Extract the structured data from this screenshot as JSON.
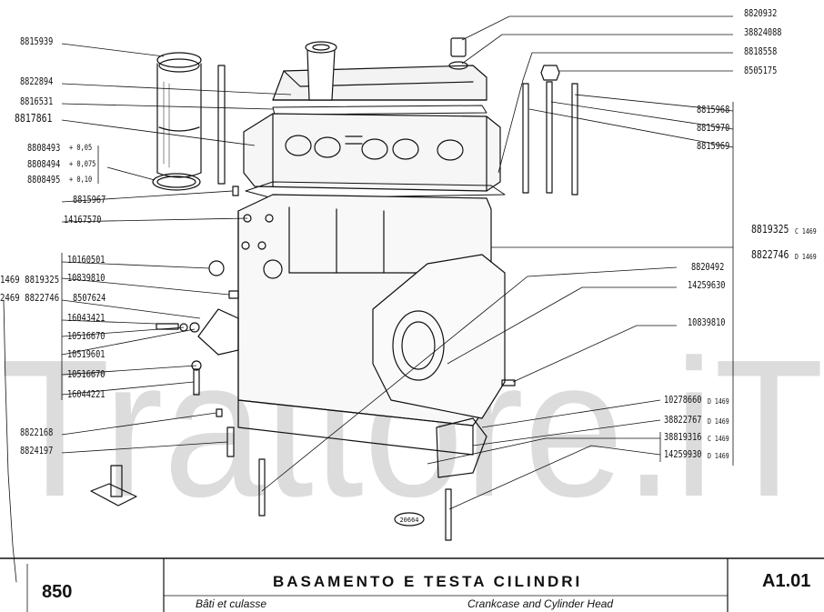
{
  "watermark": "Trattore.iT",
  "stamp": "20664",
  "labels": {
    "p8815939": "8815939",
    "p8822894": "8822894",
    "p8816531": "8816531",
    "p8817861": "8817861",
    "p8808493": "8808493",
    "p8808493_s": "+ 0,05",
    "p8808494": "8808494",
    "p8808494_s": "+ 0,075",
    "p8808495": "8808495",
    "p8808495_s": "+ 0,10",
    "p8815967": "8815967",
    "p14167570": "14167570",
    "p10160501": "10160501",
    "p10839810a": "10839810",
    "p8507624": "8507624",
    "p16043421": "16043421",
    "p10516670a": "10516670",
    "p10519601": "10519601",
    "p10516670b": "10516670",
    "p16044221": "16044221",
    "p8822168": "8822168",
    "p8824197": "8824197",
    "left_side_1": "1469 8819325",
    "left_side_2": "2469 8822746",
    "p8820932": "8820932",
    "p38824088": "38824088",
    "p8818558": "8818558",
    "p8505175": "8505175",
    "p8815968": "8815968",
    "p8815970": "8815970",
    "p8815969": "8815969",
    "p8819325": "8819325",
    "p8819325_s": "C 1469",
    "p8822746": "8822746",
    "p8822746_s": "D 1469",
    "p8820492": "8820492",
    "p14259630": "14259630",
    "p10839810b": "10839810",
    "p10278660": "10278660",
    "p10278660_s": "D 1469",
    "p38822767": "38822767",
    "p38822767_s": "D 1469",
    "p38819316": "38819316",
    "p38819316_s": "C 1469",
    "p14259930": "14259930",
    "p14259930_s": "D 1469"
  },
  "footer": {
    "page_number": "850",
    "title": "BASAMENTO E TESTA CILINDRI",
    "subtitle_fr": "Bâti et culasse",
    "subtitle_en": "Crankcase and Cylinder Head",
    "code": "A1.01"
  }
}
